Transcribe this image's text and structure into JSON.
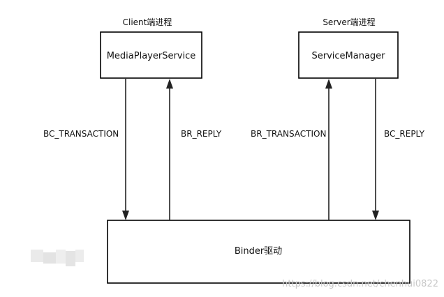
{
  "client": {
    "process_label": "Client端进程",
    "service_name": "MediaPlayerService"
  },
  "server": {
    "process_label": "Server端进程",
    "service_name": "ServiceManager"
  },
  "driver": {
    "name": "Binder驱动"
  },
  "arrows": {
    "client_to_driver": "BC_TRANSACTION",
    "driver_to_client": "BR_REPLY",
    "driver_to_server": "BR_TRANSACTION",
    "server_to_driver": "BC_REPLY"
  },
  "watermark": "https://blog.csdn.net/chenhui0822",
  "colors": {
    "stroke": "#000000",
    "background": "#ffffff",
    "watermark": "#c8c8c8"
  }
}
